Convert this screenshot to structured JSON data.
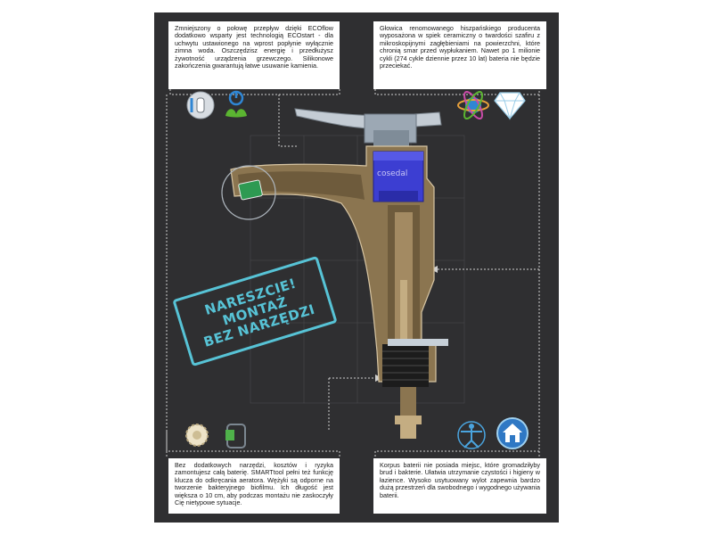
{
  "texts": {
    "top_left": "Zmniejszony o połowę przepływ dzięki ECOflow dodatkowo wsparty jest technologią ECOstart - dla uchwytu ustawionego na wprost popłynie wyłącznie zimna woda. Oszczędzisz energię i przedłużysz żywotność urządzenia grzewczego. Silikonowe zakończenia gwarantują łatwe usuwanie kamienia.",
    "top_right": "Głowica renomowanego hiszpańskiego producenta wyposażona w spiek ceramiczny o twardości szafiru z mikroskopijnymi zagłębieniami na powierzchni, które chronią smar przed wypłukaniem. Nawet po 1 milionie cykli (274 cykle dziennie przez 10 lat) bateria nie będzie przeciekać.",
    "bottom_left": "Bez dodatkowych narzędzi, kosztów i ryzyka zamontujesz całą baterię. SMARTtool pełni też funkcję klucza do odkręcania aeratora. Wężyki są odporne na tworzenie bakteryjnego biofilmu. Ich długość jest większa o 10 cm, aby podczas montażu nie zaskoczyły Cię nietypowe sytuacje.",
    "bottom_right": "Korpus baterii nie posiada miejsc, które gromadziłyby brud i bakterie. Ułatwia utrzymanie czystości i higieny w łazience. Wysoko usytuowany wylot zapewnia bardzo dużą przestrzeń dla swobodnego i wygodnego używania baterii."
  },
  "stamp": {
    "line1": "NARESZCIE!",
    "line2": "MONTAŻ",
    "line3": "BEZ NARZĘDZI"
  },
  "brand_label": "cosedal",
  "icons": [
    "touch-hand-icon",
    "power-leaf-icon",
    "atom-globe-icon",
    "diamond-icon",
    "gear-icon",
    "tool-icon",
    "vitruvian-icon",
    "house-icon"
  ],
  "colors": {
    "background": "#2f2f31",
    "faucet_body": "#8b7550",
    "cartridge": "#3c3ed2",
    "stamp": "#57c3d6",
    "chrome": "#a9b4bf"
  }
}
